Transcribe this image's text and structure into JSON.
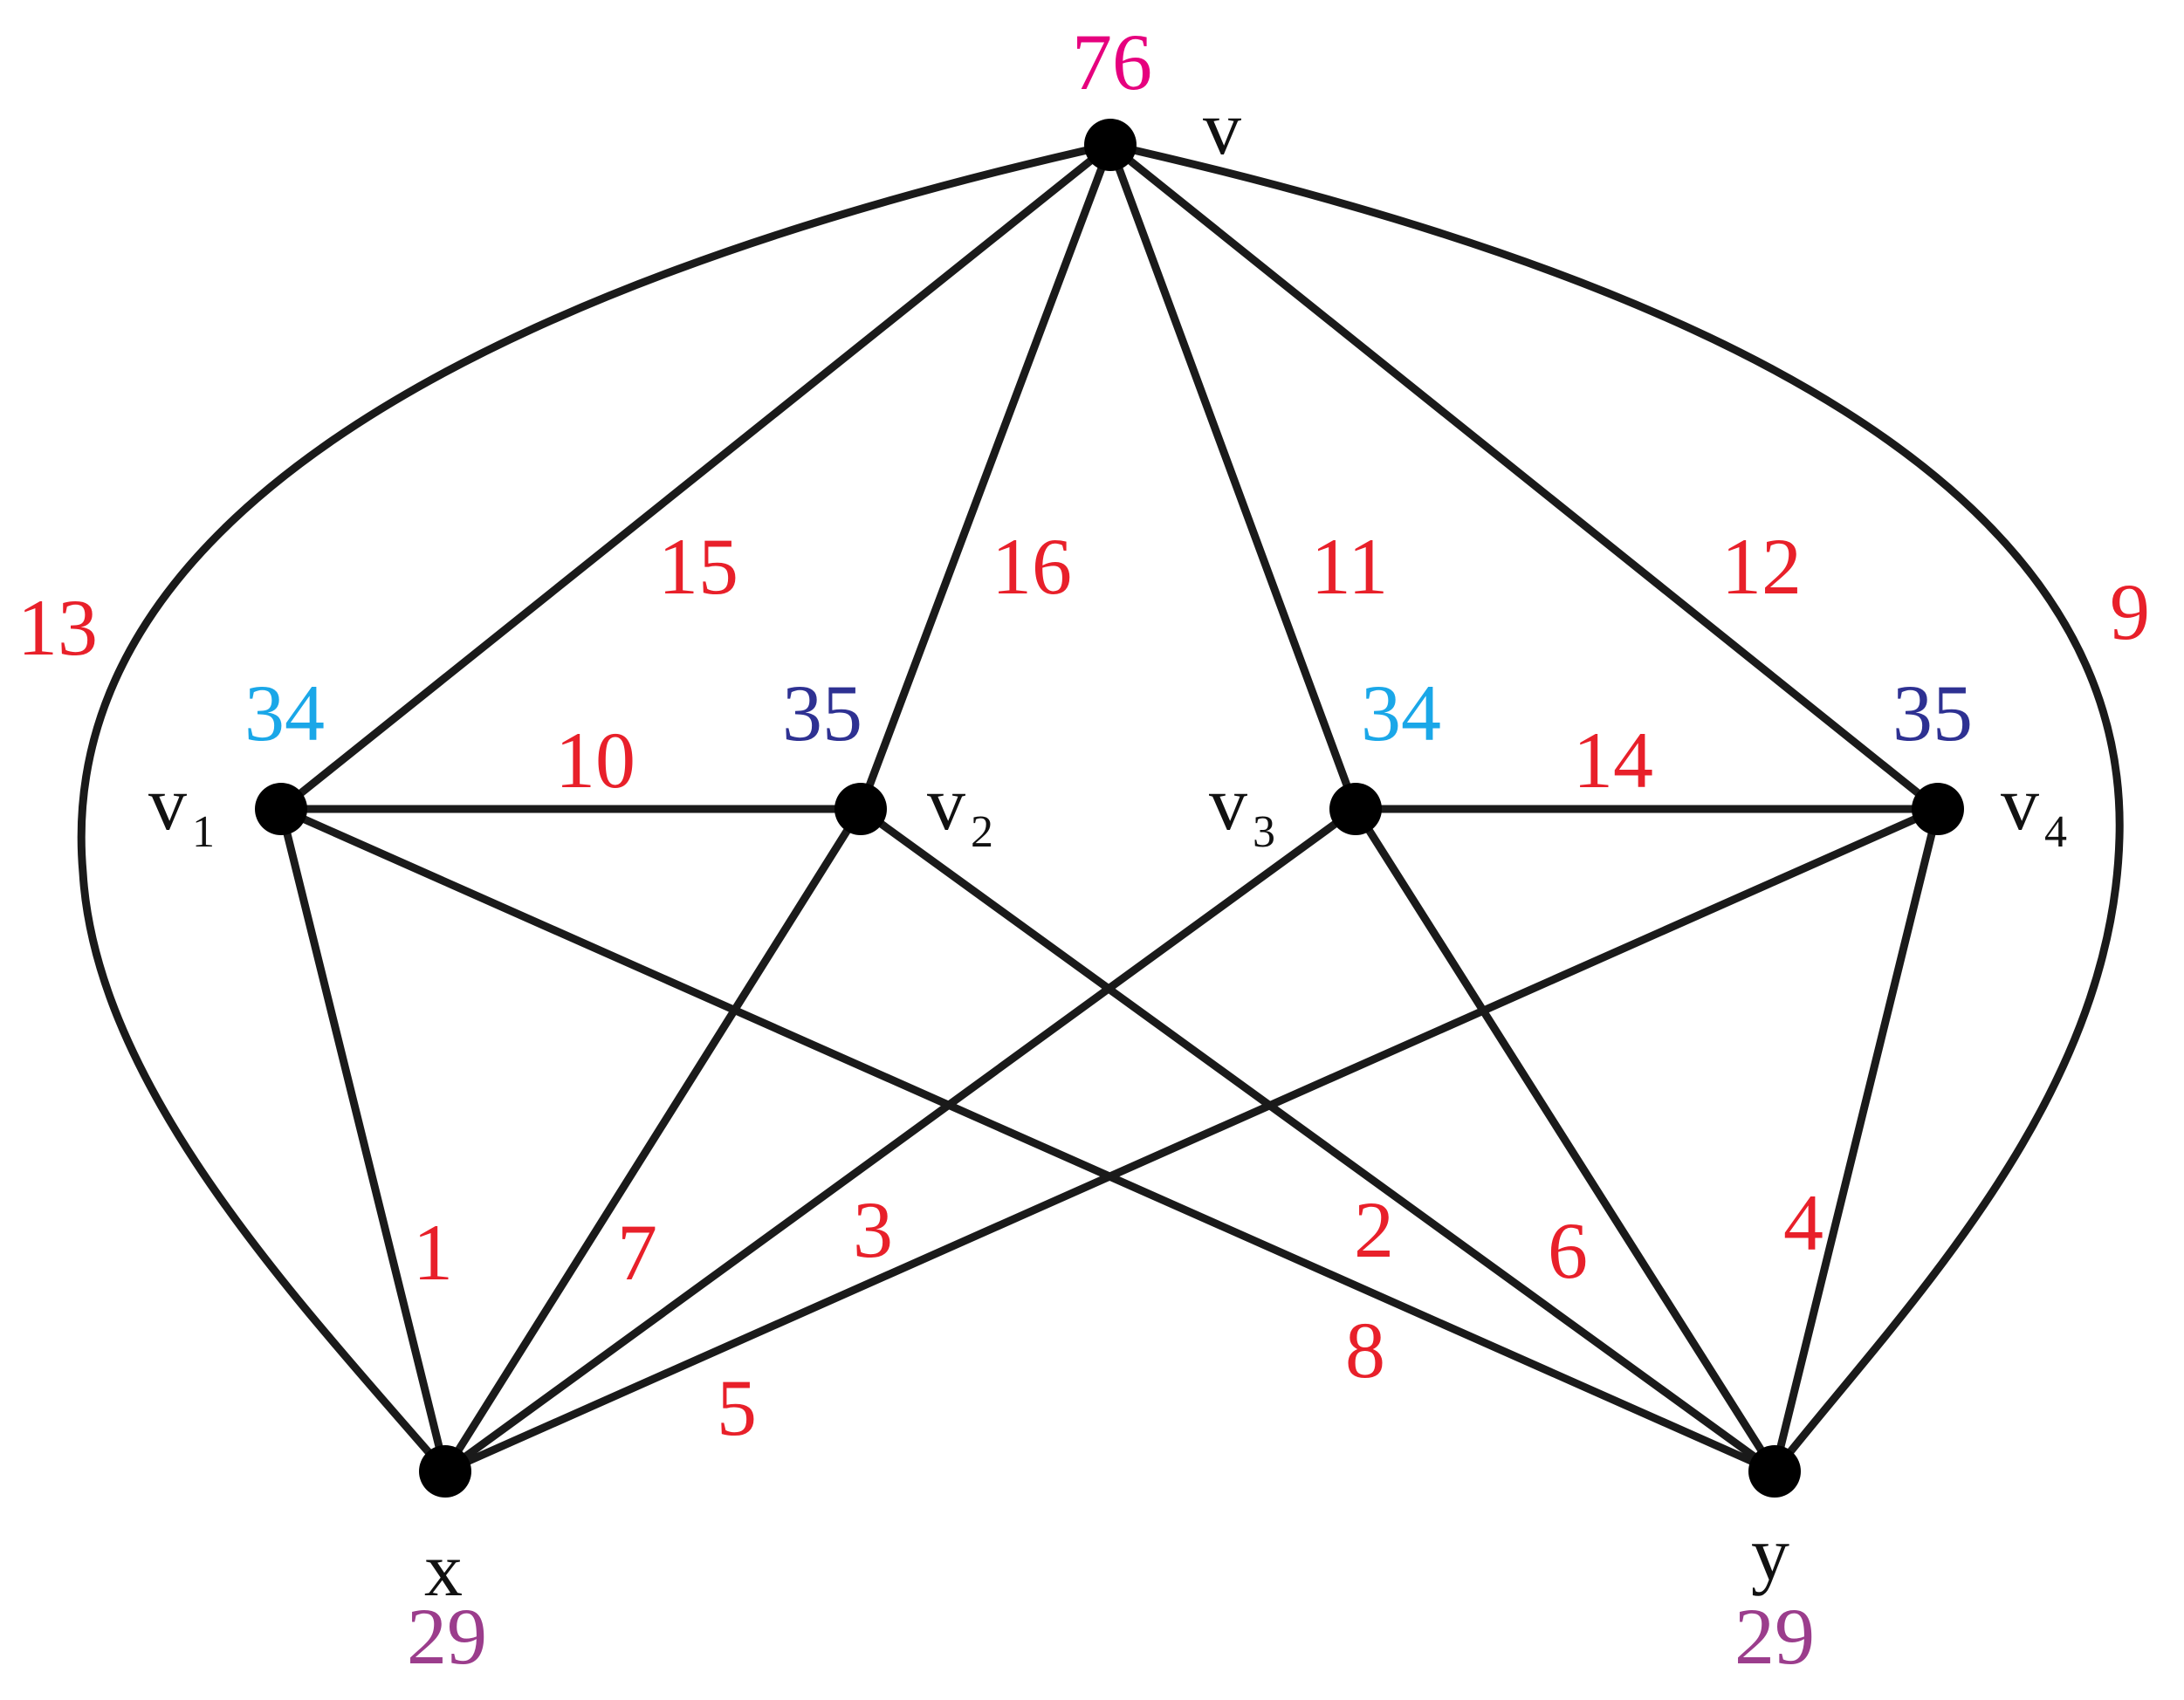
{
  "colors": {
    "edge": "#1a1a1a",
    "vertex": "#000000",
    "edge_label": "#e8202a",
    "weight_v": "#e6007e",
    "weight_light": "#1aa7e8",
    "weight_dark": "#2e3192",
    "weight_xy": "#9b3d8c"
  },
  "vertices": [
    {
      "id": "v",
      "name": "v",
      "sub": "",
      "weight": "76",
      "weight_color": "weight_v"
    },
    {
      "id": "v1",
      "name": "v",
      "sub": "1",
      "weight": "34",
      "weight_color": "weight_light"
    },
    {
      "id": "v2",
      "name": "v",
      "sub": "2",
      "weight": "35",
      "weight_color": "weight_dark"
    },
    {
      "id": "v3",
      "name": "v",
      "sub": "3",
      "weight": "34",
      "weight_color": "weight_light"
    },
    {
      "id": "v4",
      "name": "v",
      "sub": "4",
      "weight": "35",
      "weight_color": "weight_dark"
    },
    {
      "id": "x",
      "name": "x",
      "sub": "",
      "weight": "29",
      "weight_color": "weight_xy"
    },
    {
      "id": "y",
      "name": "y",
      "sub": "",
      "weight": "29",
      "weight_color": "weight_xy"
    }
  ],
  "edges": [
    {
      "from": "v",
      "to": "x",
      "label": "13",
      "curved": true
    },
    {
      "from": "v",
      "to": "y",
      "label": "9",
      "curved": true
    },
    {
      "from": "v",
      "to": "v1",
      "label": "15"
    },
    {
      "from": "v",
      "to": "v2",
      "label": "16"
    },
    {
      "from": "v",
      "to": "v3",
      "label": "11"
    },
    {
      "from": "v",
      "to": "v4",
      "label": "12"
    },
    {
      "from": "v1",
      "to": "v2",
      "label": "10"
    },
    {
      "from": "v3",
      "to": "v4",
      "label": "14"
    },
    {
      "from": "v1",
      "to": "x",
      "label": "1"
    },
    {
      "from": "v2",
      "to": "x",
      "label": "7"
    },
    {
      "from": "v3",
      "to": "x",
      "label": "3"
    },
    {
      "from": "v4",
      "to": "x",
      "label": "5"
    },
    {
      "from": "v1",
      "to": "y",
      "label": "8"
    },
    {
      "from": "v2",
      "to": "y",
      "label": "2"
    },
    {
      "from": "v3",
      "to": "y",
      "label": "6"
    },
    {
      "from": "v4",
      "to": "y",
      "label": "4"
    }
  ]
}
